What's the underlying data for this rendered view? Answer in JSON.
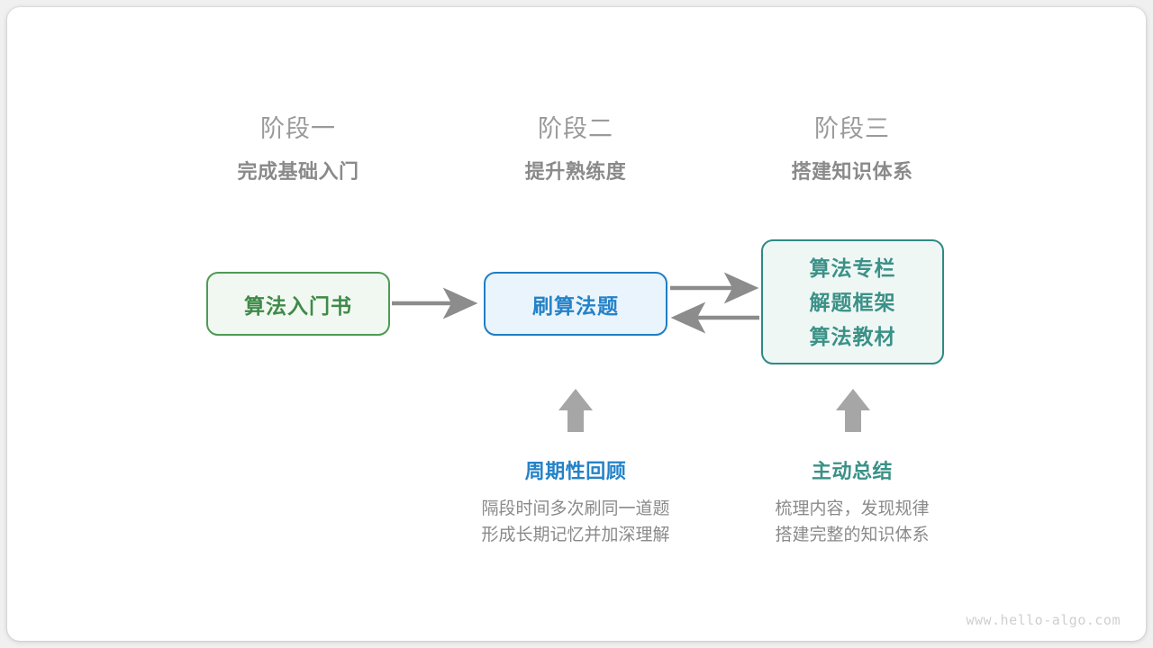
{
  "watermark": "www.hello-algo.com",
  "colors": {
    "green": "#3f8a49",
    "green_border": "#4e9a55",
    "green_fill": "#f1f8f1",
    "blue": "#2482c8",
    "blue_border": "#1f7dc4",
    "blue_fill": "#eaf4fc",
    "teal": "#3a9187",
    "teal_border": "#2f8a83",
    "teal_fill": "#eff7f5",
    "gray_arrow": "#8c8c8c",
    "heading_gray": "#9a9a9a",
    "subheading_gray": "#8a8a8a",
    "body_gray": "#8a8a8a",
    "card_bg": "#ffffff",
    "page_bg": "#f0f0f0"
  },
  "stages": [
    {
      "phase": "阶段一",
      "goal": "完成基础入门"
    },
    {
      "phase": "阶段二",
      "goal": "提升熟练度"
    },
    {
      "phase": "阶段三",
      "goal": "搭建知识体系"
    }
  ],
  "nodes": {
    "book": {
      "lines": [
        "算法入门书"
      ]
    },
    "practice": {
      "lines": [
        "刷算法题"
      ]
    },
    "knowledge": {
      "lines": [
        "算法专栏",
        "解题框架",
        "算法教材"
      ]
    }
  },
  "notes": [
    {
      "title": "周期性回顾",
      "desc": [
        "隔段时间多次刷同一道题",
        "形成长期记忆并加深理解"
      ]
    },
    {
      "title": "主动总结",
      "desc": [
        "梳理内容，发现规律",
        "搭建完整的知识体系"
      ]
    }
  ],
  "arrows": [
    {
      "name": "book-to-practice",
      "direction": "right"
    },
    {
      "name": "practice-to-knowledge",
      "direction": "right"
    },
    {
      "name": "knowledge-to-practice",
      "direction": "left"
    },
    {
      "name": "review-up",
      "direction": "up"
    },
    {
      "name": "summary-up",
      "direction": "up"
    }
  ]
}
